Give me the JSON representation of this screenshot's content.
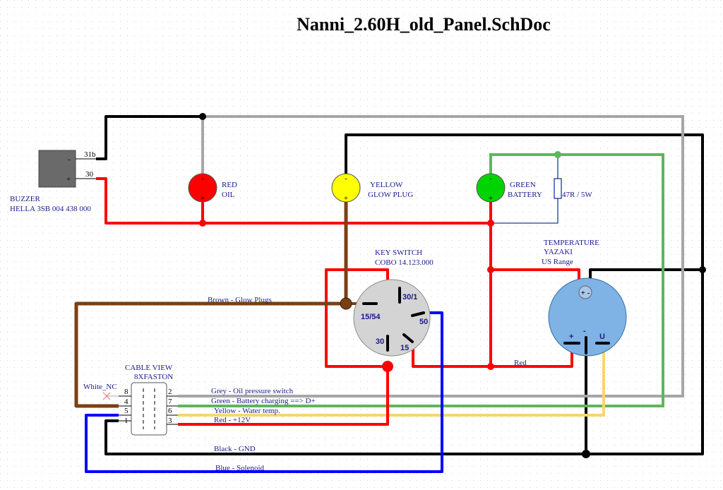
{
  "title": "Nanni_2.60H_old_Panel.SchDoc",
  "buzzer": {
    "name": "BUZZER",
    "part": "HELLA 3SB 004 438 000",
    "pin_31b": "31b",
    "pin_30": "30",
    "minus": "-",
    "plus": "+"
  },
  "lamps": [
    {
      "line1": "RED",
      "line2": "OIL",
      "color": "#ff0000",
      "minus": "-",
      "plus": "+"
    },
    {
      "line1": "YELLOW",
      "line2": "GLOW PLUG",
      "color": "#ffff00",
      "minus": "-",
      "plus": "+"
    },
    {
      "line1": "GREEN",
      "line2": "BATTERY",
      "color": "#00d400",
      "minus": "-",
      "plus": "+"
    }
  ],
  "resistor": {
    "label": "47R / 5W"
  },
  "key_switch": {
    "line1": "KEY SWITCH",
    "line2": "COBO 14.123.000",
    "terminals": [
      "30/1",
      "15/54",
      "50",
      "30",
      "15"
    ]
  },
  "temperature": {
    "line1": "TEMPERATURE",
    "line2": "YAZAKI",
    "line3": "US Range",
    "pins": [
      "+",
      "-",
      "U"
    ],
    "top_pins": "+ -"
  },
  "connector": {
    "line1": "CABLE VIEW",
    "line2": "8XFASTON",
    "white_nc": "White_NC",
    "left_pins": [
      "8",
      "4",
      "5",
      "1"
    ],
    "right_pins": [
      "2",
      "7",
      "6",
      "3"
    ]
  },
  "wires": {
    "brown": "Brown - Glow Plugs",
    "red": "Red",
    "grey": "Grey - Oil pressure switch",
    "green": "Green - Battery charging ==> D+",
    "yellow": "Yellow - Water temp.",
    "red12": "Red - +12V",
    "black": "Black - GND",
    "blue": "Blue - Solenoid"
  },
  "colors": {
    "black": "#000000",
    "grey": "#a6a6a6",
    "red": "#ff0000",
    "green": "#5cb85c",
    "brown": "#7b3f14",
    "blue": "#0000ff",
    "yellow": "#f5d76e"
  }
}
